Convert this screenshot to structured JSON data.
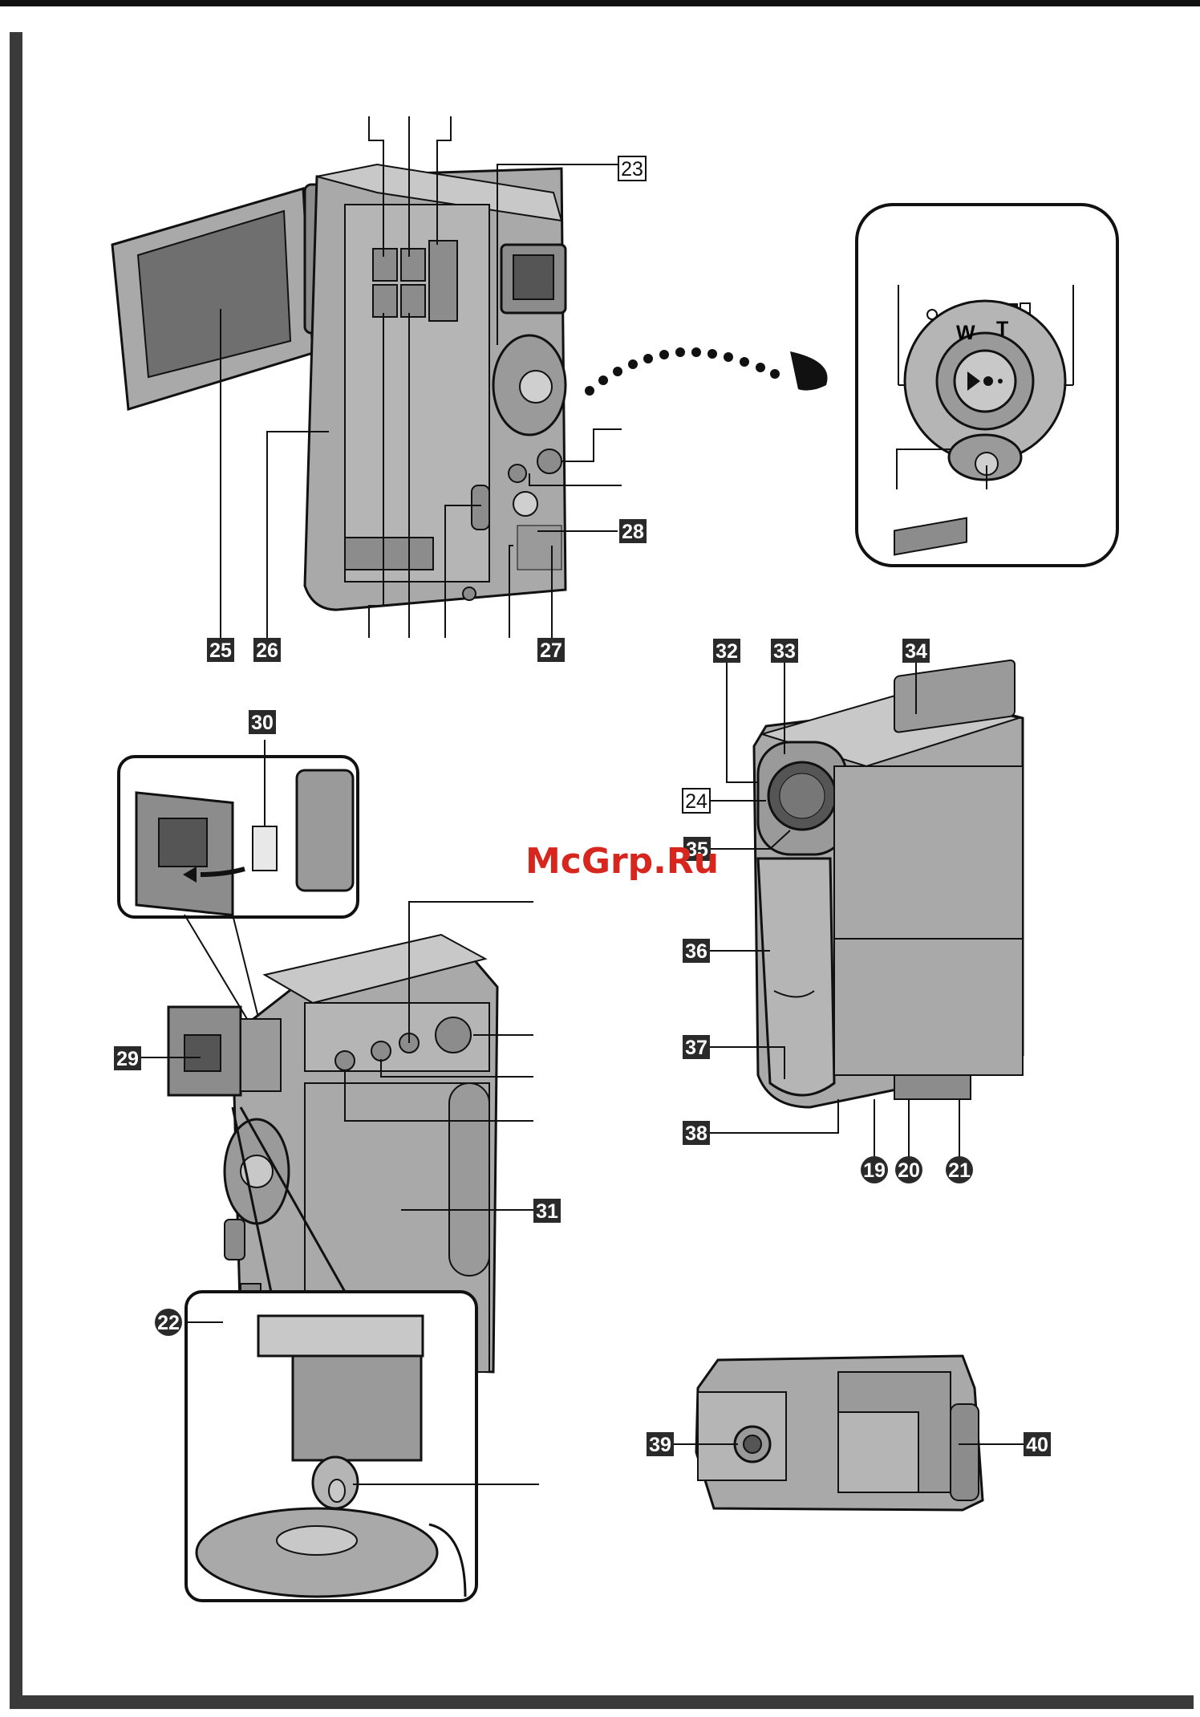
{
  "watermark": "McGrp.Ru",
  "colors": {
    "frame": "#222222",
    "body": "#a9a9a9",
    "body_dark": "#6f6f6f",
    "body_light": "#c8c8c8",
    "label_box": "#2a2a2a",
    "watermark": "#d7261e"
  },
  "callouts": {
    "c19": "19",
    "c20": "20",
    "c21": "21",
    "c22": "22",
    "c23": "23",
    "c24": "24",
    "c25": "25",
    "c26": "26",
    "c27": "27",
    "c28": "28",
    "c29": "29",
    "c30": "30",
    "c31": "31",
    "c32": "32",
    "c33": "33",
    "c34": "34",
    "c35": "35",
    "c36": "36",
    "c37": "37",
    "c38": "38",
    "c39": "39",
    "c40": "40"
  },
  "inset_marks": {
    "w": "W",
    "t": "T"
  }
}
